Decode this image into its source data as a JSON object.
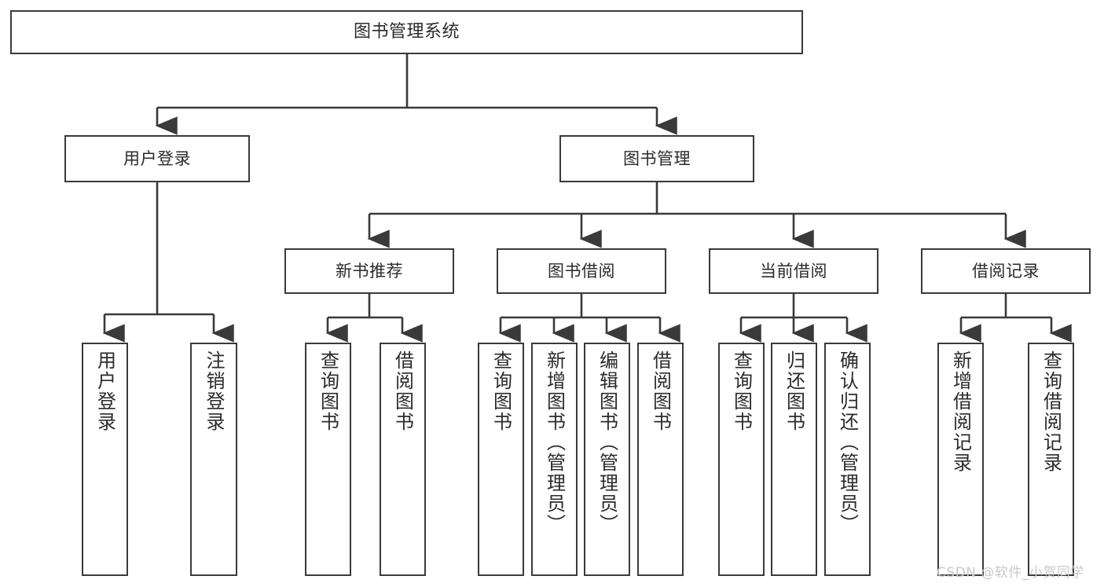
{
  "diagram": {
    "type": "tree",
    "title": "图书管理系统",
    "root": {
      "label": "图书管理系统"
    },
    "level2": [
      {
        "label": "用户登录"
      },
      {
        "label": "图书管理"
      }
    ],
    "level3": [
      {
        "label": "新书推荐"
      },
      {
        "label": "图书借阅"
      },
      {
        "label": "当前借阅"
      },
      {
        "label": "借阅记录"
      }
    ],
    "leaves": {
      "user_login": [
        {
          "label": "用户登录"
        },
        {
          "label": "注销登录"
        }
      ],
      "new_book_recommend": [
        {
          "label": "查询图书"
        },
        {
          "label": "借阅图书"
        }
      ],
      "book_borrow": [
        {
          "label": "查询图书"
        },
        {
          "label": "新增图书（管理员）"
        },
        {
          "label": "编辑图书（管理员）"
        },
        {
          "label": "借阅图书"
        }
      ],
      "current_borrow": [
        {
          "label": "查询图书"
        },
        {
          "label": "归还图书"
        },
        {
          "label": "确认归还（管理员）"
        }
      ],
      "borrow_records": [
        {
          "label": "新增借阅记录"
        },
        {
          "label": "查询借阅记录"
        }
      ]
    }
  },
  "watermark": {
    "text": "CSDN @软件_小贺同学"
  },
  "colors": {
    "stroke": "#3a3a3a",
    "text": "#2b2b2b",
    "background": "#ffffff",
    "watermark": "#c9c9c9"
  }
}
